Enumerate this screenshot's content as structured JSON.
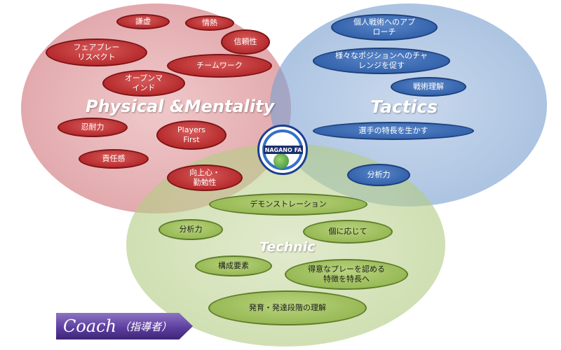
{
  "circles": {
    "physical_title": "Physical &Mentality",
    "tactics_title": "Tactics",
    "technic_title": "Technic"
  },
  "physical_items": [
    "謙虚",
    "情熱",
    "フェアプレー\nリスペクト",
    "信頼性",
    "チームワーク",
    "オープンマ\nインド",
    "忍耐力",
    "Players\nFirst",
    "責任感",
    "向上心・\n勤勉性"
  ],
  "tactics_items": [
    "個人戦術へのアプ\nローチ",
    "様々なポジションへのチャ\nレンジを促す",
    "戦術理解",
    "選手の特長を生かす",
    "分析力"
  ],
  "technic_items": [
    "デモンストレーション",
    "分析力",
    "個に応じて",
    "構成要素",
    "得意なプレーを認める\n特徴を特長へ",
    "発育・発達段階の理解"
  ],
  "logo": {
    "text": "NAGANO FA"
  },
  "coach": {
    "main": "Coach",
    "sub": "（指導者）"
  },
  "colors": {
    "physical": "#c45e66",
    "tactics": "#6a91c6",
    "technic": "#a6c172",
    "coach": "#5e3fa0"
  }
}
